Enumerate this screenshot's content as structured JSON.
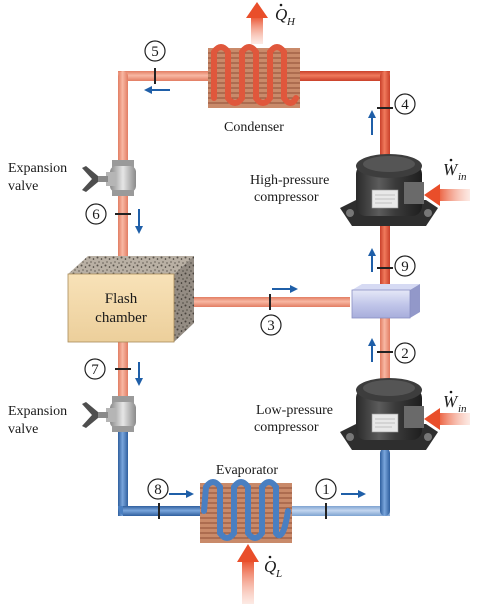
{
  "labels": {
    "condenser": "Condenser",
    "evaporator": "Evaporator",
    "flash_chamber_line1": "Flash",
    "flash_chamber_line2": "chamber",
    "expansion_valve_top_line1": "Expansion",
    "expansion_valve_top_line2": "valve",
    "expansion_valve_bottom_line1": "Expansion",
    "expansion_valve_bottom_line2": "valve",
    "hp_compressor_line1": "High-pressure",
    "hp_compressor_line2": "compressor",
    "lp_compressor_line1": "Low-pressure",
    "lp_compressor_line2": "compressor"
  },
  "heat": {
    "qh_symbol": "Q",
    "qh_sub": "H",
    "ql_symbol": "Q",
    "ql_sub": "L",
    "win_symbol": "W",
    "win_sub": "in"
  },
  "states": [
    "1",
    "2",
    "3",
    "4",
    "5",
    "6",
    "7",
    "8",
    "9"
  ],
  "colors": {
    "hot_pipe": "#e8664a",
    "warm_pipe": "#f2a08a",
    "cold_pipe": "#4a7fc1",
    "heat_arrow": "#e94e2a",
    "flow_arrow": "#1f5fa8"
  }
}
